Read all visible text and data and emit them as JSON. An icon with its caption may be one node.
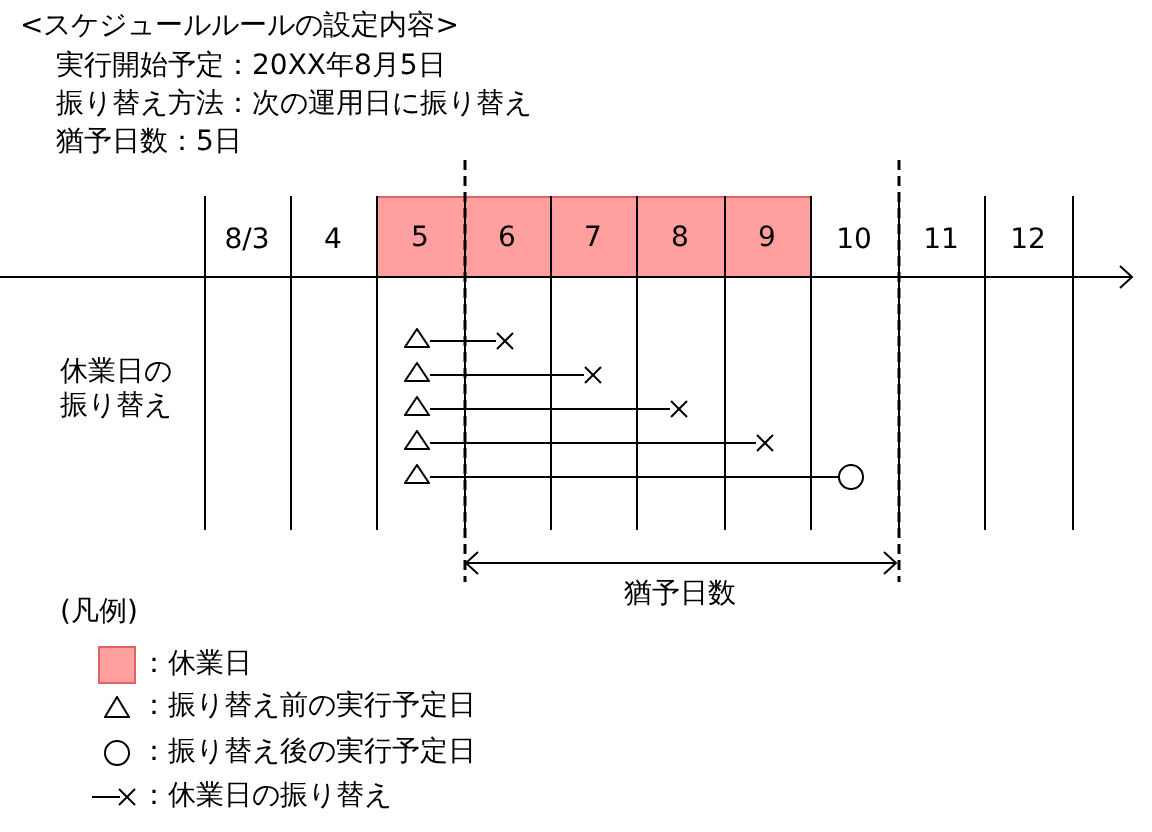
{
  "diagram": {
    "title": "<スケジュールルールの設定内容>",
    "nodes": [
      {
        "text": [
          "5"
        ]
      },
      {
        "text": [
          "6"
        ]
      },
      {
        "text": [
          "7"
        ]
      },
      {
        "text": [
          "8"
        ]
      },
      {
        "text": [
          "9"
        ]
      },
      {
        "text": [],
        "shape": "triangle"
      },
      {
        "text": [],
        "shape": "cross"
      },
      {
        "text": [],
        "shape": "triangle"
      },
      {
        "text": [],
        "shape": "cross"
      },
      {
        "text": [],
        "shape": "triangle"
      },
      {
        "text": [],
        "shape": "cross"
      },
      {
        "text": [],
        "shape": "triangle"
      },
      {
        "text": [],
        "shape": "cross"
      },
      {
        "text": [],
        "shape": "triangle"
      },
      {
        "text": [],
        "shape": "circle"
      }
    ],
    "edges": [
      {
        "from": 5,
        "to": 6,
        "arrow": "none"
      },
      {
        "from": 7,
        "to": 8,
        "arrow": "none"
      },
      {
        "from": 9,
        "to": 10,
        "arrow": "none"
      },
      {
        "from": 11,
        "to": 12,
        "arrow": "none"
      },
      {
        "from": 13,
        "to": 14,
        "arrow": "none"
      }
    ],
    "labels": [
      "実行開始予定：20XX年8月5日",
      "振り替え方法：次の運用日に振り替え",
      "猶予日数：5日",
      "8/3",
      "4",
      "10",
      "11",
      "12",
      "休業日の振り替え",
      "猶予日数",
      "(凡例)"
    ],
    "legend": [
      {
        "text": "：休業日",
        "color": "#ff9f9f"
      },
      {
        "text": "：振り替え前の実行予定日"
      },
      {
        "text": "：振り替え後の実行予定日"
      },
      {
        "text": "：休業日の振り替え"
      }
    ]
  }
}
